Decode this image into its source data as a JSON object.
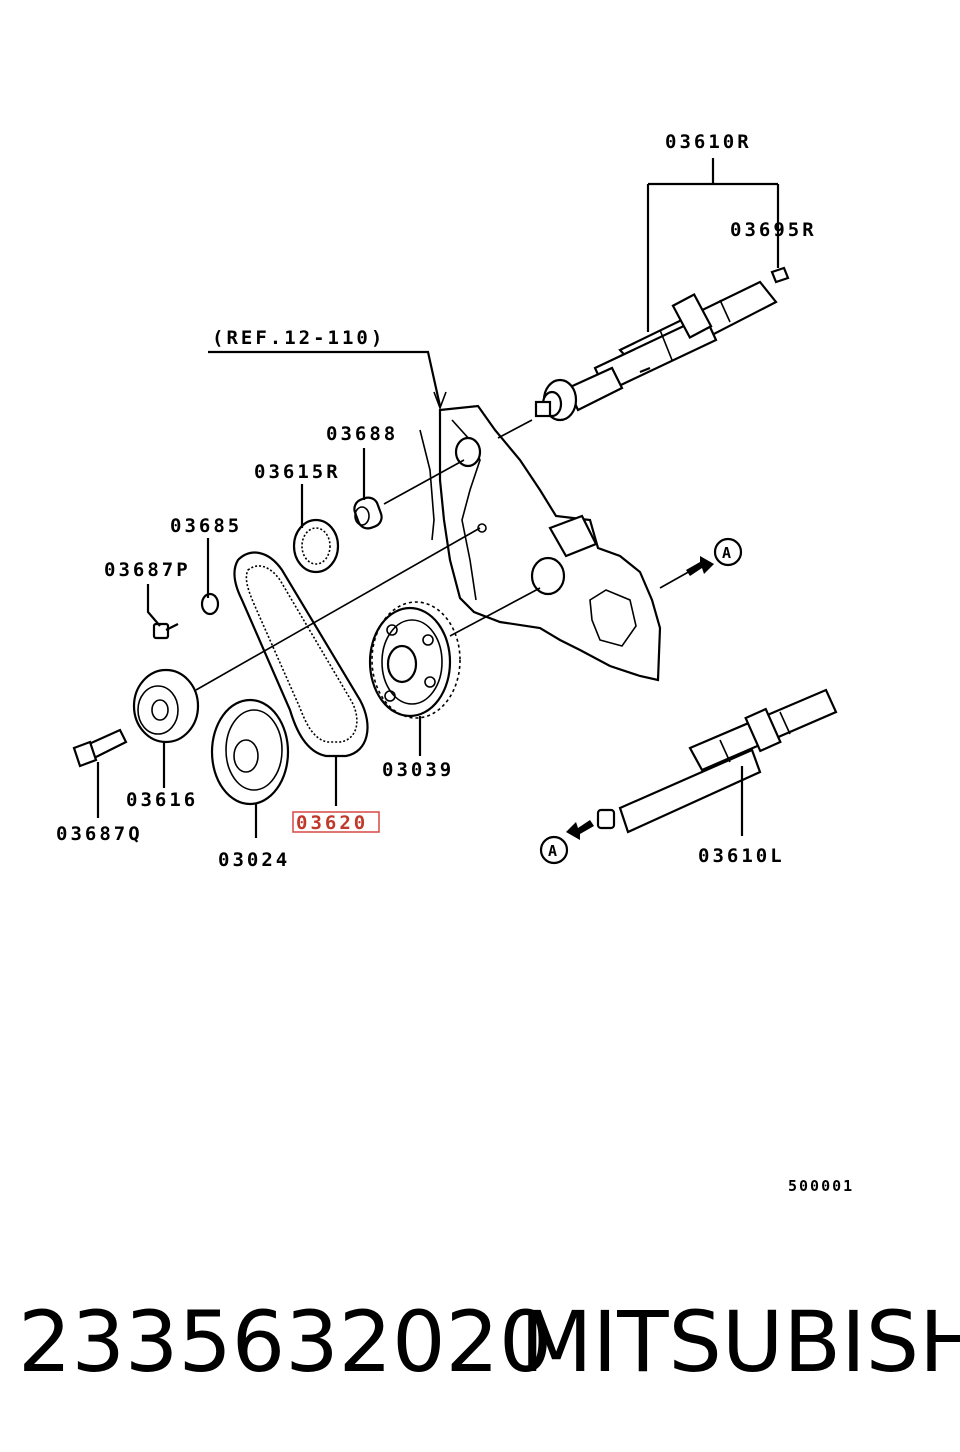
{
  "diagram": {
    "labels": {
      "p03610R": "03610R",
      "p03695R": "03695R",
      "ref": "(REF.12-110)",
      "p03688": "03688",
      "p03615R": "03615R",
      "p03685": "03685",
      "p03687P": "03687P",
      "p03616": "03616",
      "p03687Q": "03687Q",
      "p03024": "03024",
      "p03620": "03620",
      "p03039": "03039",
      "p03610L": "03610L",
      "marker_a_top": "A",
      "marker_a_bottom": "A",
      "code": "500001"
    },
    "highlighted": "03620"
  },
  "footer": {
    "part_number": "2335632020",
    "brand": "MITSUBISHI"
  }
}
